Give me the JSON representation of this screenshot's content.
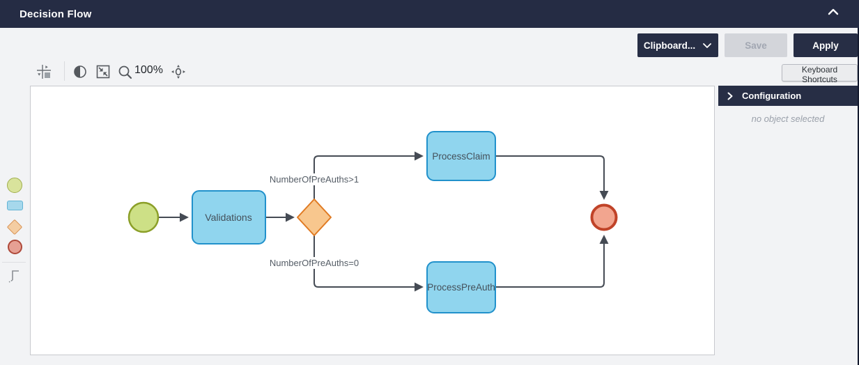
{
  "header": {
    "title": "Decision Flow",
    "collapse_icon": "chevron-up"
  },
  "actions": {
    "clipboard_label": "Clipboard...",
    "save_label": "Save",
    "apply_label": "Apply"
  },
  "toolbar": {
    "zoom_level": "100%",
    "keyboard_shortcuts_label": "Keyboard Shortcuts",
    "icons": [
      "snap-align",
      "contrast",
      "fit-screen",
      "zoom-magnifier",
      "pan-origin"
    ]
  },
  "palette": {
    "items": [
      "start-event",
      "task",
      "exclusive-gateway",
      "end-event",
      "connector-tool"
    ]
  },
  "config_panel": {
    "title": "Configuration",
    "empty_message": "no object selected"
  },
  "diagram": {
    "nodes": {
      "start": {
        "type": "start-event"
      },
      "validations": {
        "type": "task",
        "label": "Validations"
      },
      "gateway": {
        "type": "exclusive-gateway"
      },
      "process_claim": {
        "type": "task",
        "label": "ProcessClaim"
      },
      "process_pre_auth": {
        "type": "task",
        "label": "ProcessPreAuth"
      },
      "end": {
        "type": "end-event"
      }
    },
    "edges": [
      {
        "from": "start",
        "to": "validations"
      },
      {
        "from": "validations",
        "to": "gateway"
      },
      {
        "from": "gateway",
        "to": "process_claim",
        "label": "NumberOfPreAuths>1"
      },
      {
        "from": "gateway",
        "to": "process_pre_auth",
        "label": "NumberOfPreAuths=0"
      },
      {
        "from": "process_claim",
        "to": "end"
      },
      {
        "from": "process_pre_auth",
        "to": "end"
      }
    ],
    "edge_labels": {
      "claim_branch": "NumberOfPreAuths>1",
      "preauth_branch": "NumberOfPreAuths=0"
    }
  },
  "colors": {
    "header_bg": "#252c44",
    "accent_dark": "#272e45",
    "task_fill": "#90d5ee",
    "task_stroke": "#2191cb",
    "start_fill": "#cde086",
    "start_stroke": "#8b9f28",
    "gateway_fill": "#f8c78e",
    "gateway_stroke": "#e07a22",
    "end_fill": "#f2a58f",
    "end_stroke": "#c04328",
    "edge_stroke": "#454b54"
  }
}
